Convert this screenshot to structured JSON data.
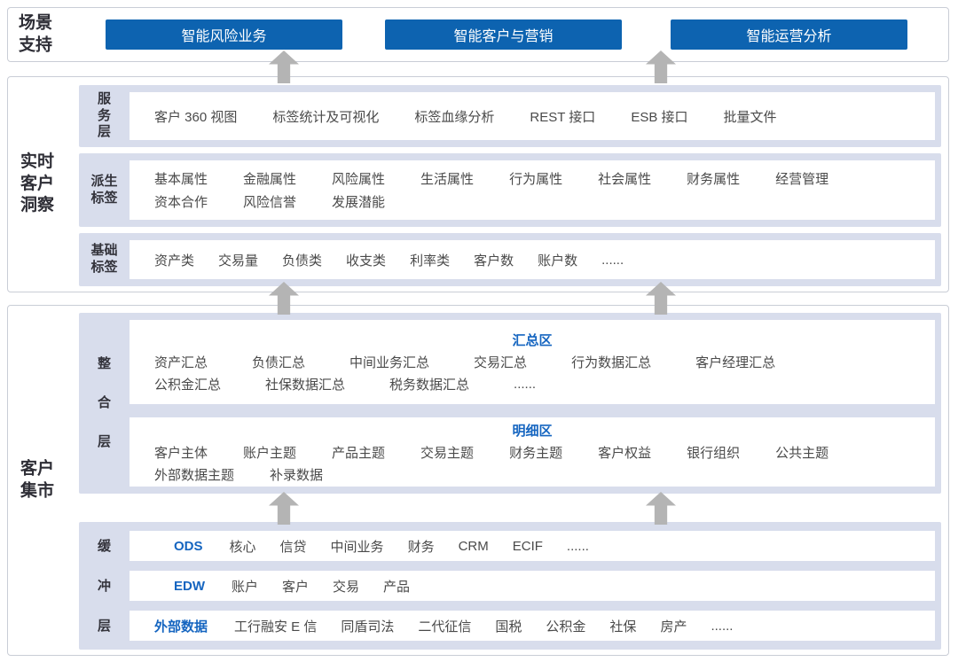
{
  "colors": {
    "accent_blue": "#0d63b0",
    "heading_blue": "#1565c0",
    "panel_lavender": "#d8ddec",
    "arrow_gray": "#b4b4b4",
    "border_gray": "#c9cdd6",
    "item_text": "#4a4a4a"
  },
  "scene": {
    "label": "场景支持",
    "buttons": [
      "智能风险业务",
      "智能客户与营销",
      "智能运营分析"
    ]
  },
  "insight": {
    "label": "实时客户洞察",
    "service": {
      "label": "服务层",
      "items": [
        "客户 360 视图",
        "标签统计及可视化",
        "标签血缘分析",
        "REST 接口",
        "ESB 接口",
        "批量文件"
      ]
    },
    "derived": {
      "label": "派生标签",
      "rows": [
        [
          "基本属性",
          "金融属性",
          "风险属性",
          "生活属性",
          "行为属性",
          "社会属性",
          "财务属性",
          "经营管理"
        ],
        [
          "资本合作",
          "风险信誉",
          "发展潜能"
        ]
      ]
    },
    "base": {
      "label": "基础标签",
      "items": [
        "资产类",
        "交易量",
        "负债类",
        "收支类",
        "利率类",
        "客户数",
        "账户数",
        "......"
      ]
    }
  },
  "mart": {
    "label": "客户集市",
    "integration": {
      "label": "整合层",
      "summary": {
        "title": "汇总区",
        "rows": [
          [
            "资产汇总",
            "负债汇总",
            "中间业务汇总",
            "交易汇总",
            "行为数据汇总",
            "客户经理汇总"
          ],
          [
            "公积金汇总",
            "社保数据汇总",
            "税务数据汇总",
            "......"
          ]
        ]
      },
      "detail": {
        "title": "明细区",
        "rows": [
          [
            "客户主体",
            "账户主题",
            "产品主题",
            "交易主题",
            "财务主题",
            "客户权益",
            "银行组织",
            "公共主题"
          ],
          [
            "外部数据主题",
            "补录数据"
          ]
        ]
      }
    },
    "buffer": {
      "label": "缓冲层",
      "rows": [
        {
          "title": "ODS",
          "items": [
            "核心",
            "信贷",
            "中间业务",
            "财务",
            "CRM",
            "ECIF",
            "......"
          ]
        },
        {
          "title": "EDW",
          "items": [
            "账户",
            "客户",
            "交易",
            "产品"
          ]
        },
        {
          "title": "外部数据",
          "items": [
            "工行融安 E 信",
            "同盾司法",
            "二代征信",
            "国税",
            "公积金",
            "社保",
            "房产",
            "......"
          ]
        }
      ]
    }
  }
}
